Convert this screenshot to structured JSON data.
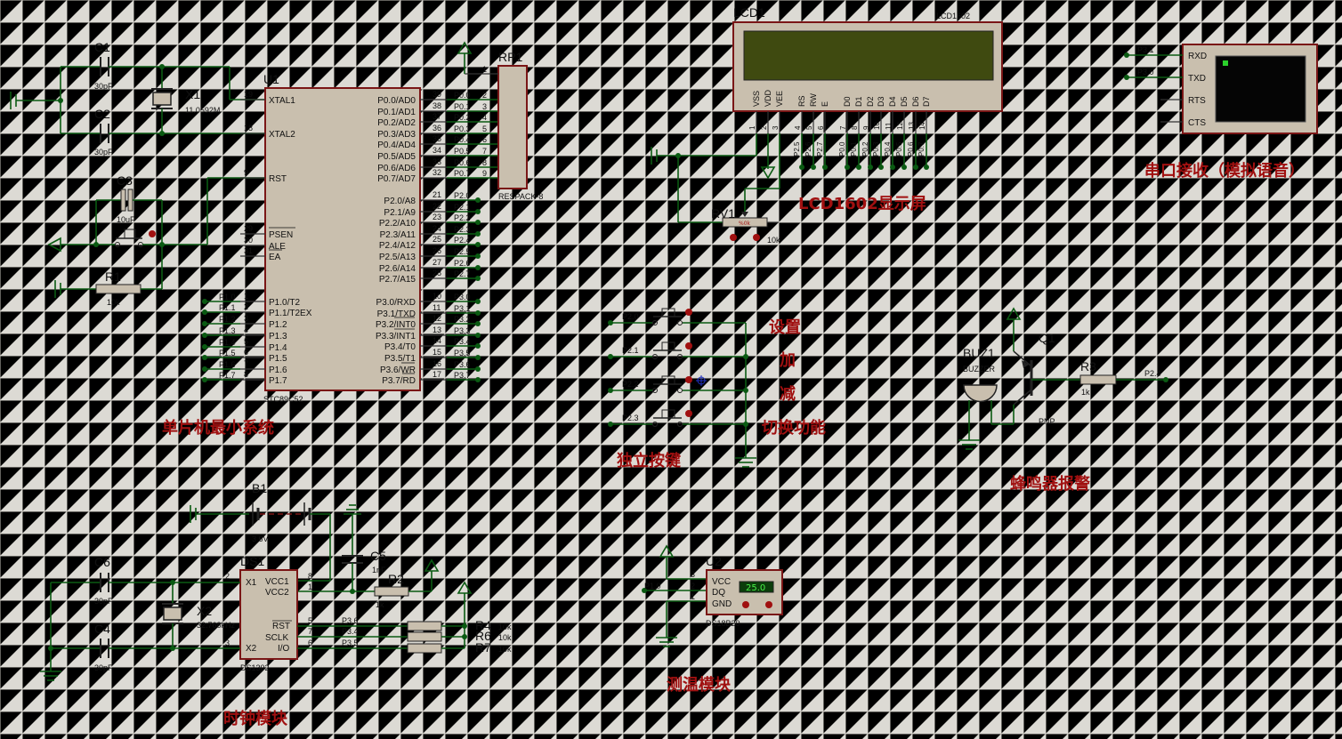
{
  "components": {
    "c1": {
      "ref": "C1",
      "value": "30pF"
    },
    "c2": {
      "ref": "C2",
      "value": "30pF"
    },
    "c3": {
      "ref": "C3",
      "value": "10uF"
    },
    "x1": {
      "ref": "X1",
      "value": "11.0592M"
    },
    "r1": {
      "ref": "R1",
      "value": "10k"
    },
    "u1": {
      "ref": "U1",
      "part": "STC89C52"
    },
    "rp1": {
      "ref": "RP1",
      "part": "RESPACK-8"
    },
    "lcd1": {
      "ref": "LCD1",
      "part": "LCD1602"
    },
    "rv1": {
      "ref": "RV1",
      "value": "10k",
      "knob": "%0k"
    },
    "b1": {
      "ref": "B1",
      "value": "3.6V"
    },
    "c5": {
      "ref": "C5",
      "value": "1nF"
    },
    "r2": {
      "ref": "R2",
      "value": "1k"
    },
    "c6": {
      "ref": "C6",
      "value": "30pF"
    },
    "c4": {
      "ref": "C4",
      "value": "30pF"
    },
    "x2": {
      "ref": "X2",
      "value": "32.768kHz"
    },
    "ds1": {
      "ref": "DS1",
      "part": "DS1302"
    },
    "r4": {
      "ref": "R4",
      "value": "10k"
    },
    "r6": {
      "ref": "R6",
      "value": "10k"
    },
    "r7": {
      "ref": "R7",
      "value": "10k"
    },
    "u2": {
      "ref": "U2",
      "part": "DS18B20",
      "reading": "25.0"
    },
    "buz1": {
      "ref": "BUZ1",
      "part": "BUZZER"
    },
    "q1": {
      "ref": "Q1",
      "part": "PNP"
    },
    "r3": {
      "ref": "R3",
      "value": "1k"
    }
  },
  "u1_left_pins": [
    {
      "num": "19",
      "name": "XTAL1"
    },
    {
      "num": "18",
      "name": "XTAL2"
    },
    {
      "num": "9",
      "name": "RST"
    },
    {
      "num": "29",
      "name": "PSEN"
    },
    {
      "num": "30",
      "name": "ALE"
    },
    {
      "num": "31",
      "name": "EA"
    },
    {
      "num": "1",
      "name": "P1.0/T2",
      "net": "P1.0"
    },
    {
      "num": "2",
      "name": "P1.1/T2EX",
      "net": "P1.1"
    },
    {
      "num": "3",
      "name": "P1.2",
      "net": "P1.2"
    },
    {
      "num": "4",
      "name": "P1.3",
      "net": "P1.3"
    },
    {
      "num": "5",
      "name": "P1.4",
      "net": "P1.4"
    },
    {
      "num": "6",
      "name": "P1.5",
      "net": "P1.5"
    },
    {
      "num": "7",
      "name": "P1.6",
      "net": "P1.6"
    },
    {
      "num": "8",
      "name": "P1.7",
      "net": "P1.7"
    }
  ],
  "u1_right_pins": [
    {
      "num": "39",
      "name": "P0.0/AD0",
      "net": "P0.0",
      "rp": "2"
    },
    {
      "num": "38",
      "name": "P0.1/AD1",
      "net": "P0.1",
      "rp": "3"
    },
    {
      "num": "37",
      "name": "P0.2/AD2",
      "net": "P0.2",
      "rp": "4"
    },
    {
      "num": "36",
      "name": "P0.3/AD3",
      "net": "P0.3",
      "rp": "5"
    },
    {
      "num": "35",
      "name": "P0.4/AD4",
      "net": "P0.4",
      "rp": "6"
    },
    {
      "num": "34",
      "name": "P0.5/AD5",
      "net": "P0.5",
      "rp": "7"
    },
    {
      "num": "33",
      "name": "P0.6/AD6",
      "net": "P0.6",
      "rp": "8"
    },
    {
      "num": "32",
      "name": "P0.7/AD7",
      "net": "P0.7",
      "rp": "9"
    },
    {
      "num": "21",
      "name": "P2.0/A8",
      "net": "P2.0"
    },
    {
      "num": "22",
      "name": "P2.1/A9",
      "net": "P2.1"
    },
    {
      "num": "23",
      "name": "P2.2/A10",
      "net": "P2.2"
    },
    {
      "num": "24",
      "name": "P2.3/A11",
      "net": "P2.3"
    },
    {
      "num": "25",
      "name": "P2.4/A12",
      "net": "P2.4"
    },
    {
      "num": "26",
      "name": "P2.5/A13",
      "net": "P2.5"
    },
    {
      "num": "27",
      "name": "P2.6/A14",
      "net": "P2.6"
    },
    {
      "num": "28",
      "name": "P2.7/A15",
      "net": "P2.7"
    },
    {
      "num": "10",
      "name": "P3.0/RXD",
      "net": "P3.0"
    },
    {
      "num": "11",
      "name": "P3.1/TXD",
      "net": "P3.1"
    },
    {
      "num": "12",
      "name": "P3.2/INT0",
      "net": "P3.2"
    },
    {
      "num": "13",
      "name": "P3.3/INT1",
      "net": "P3.3"
    },
    {
      "num": "14",
      "name": "P3.4/T0",
      "net": "P3.4"
    },
    {
      "num": "15",
      "name": "P3.5/T1",
      "net": "P3.5"
    },
    {
      "num": "16",
      "name": "P3.6/WR",
      "net": "P3.6"
    },
    {
      "num": "17",
      "name": "P3.7/RD",
      "net": "P3.7"
    }
  ],
  "rp1_pin1": "1",
  "lcd_pins": [
    {
      "name": "VSS",
      "num": "1"
    },
    {
      "name": "VDD",
      "num": "2"
    },
    {
      "name": "VEE",
      "num": "3"
    },
    {
      "name": "RS",
      "num": "4",
      "net": "P2.5"
    },
    {
      "name": "RW",
      "num": "5",
      "net": "P2.6"
    },
    {
      "name": "E",
      "num": "6",
      "net": "P2.7"
    },
    {
      "name": "D0",
      "num": "7",
      "net": "P0.0"
    },
    {
      "name": "D1",
      "num": "8",
      "net": "P0.1"
    },
    {
      "name": "D2",
      "num": "9",
      "net": "P0.2"
    },
    {
      "name": "D3",
      "num": "10",
      "net": "P0.3"
    },
    {
      "name": "D4",
      "num": "11",
      "net": "P0.4"
    },
    {
      "name": "D5",
      "num": "12",
      "net": "P0.5"
    },
    {
      "name": "D6",
      "num": "13",
      "net": "P0.6"
    },
    {
      "name": "D7",
      "num": "14",
      "net": "P0.7"
    }
  ],
  "terminal": {
    "pins": [
      "RXD",
      "TXD",
      "RTS",
      "CTS"
    ],
    "rxd_net": "P3.1",
    "txd_net": "P3.0"
  },
  "keys": [
    "P2.0",
    "P2.1",
    "P2.2",
    "P2.3"
  ],
  "ds1302_pins": {
    "x1": "X1",
    "x2": "X2",
    "vcc1": "VCC1",
    "vcc2": "VCC2",
    "rst": "RST",
    "sclk": "SCLK",
    "io": "I/O",
    "n_x1": "2",
    "n_x2": "3",
    "n_vcc1": "8",
    "n_vcc2": "1",
    "n_rst": "5",
    "n_sclk": "7",
    "n_io": "6",
    "net_rst": "P3.6",
    "net_sclk": "P3.4",
    "net_io": "P3.5"
  },
  "ds18b20_pins": {
    "vcc": "VCC",
    "dq": "DQ",
    "gnd": "GND",
    "n_vcc": "3",
    "n_dq": "2",
    "n_gnd": "1",
    "net_dq": "P1.0"
  },
  "buzzer_net": "P2.4",
  "titles": {
    "mcu": "单片机最小系统",
    "lcd": "LCD1602显示屏",
    "serial": "串口接收（模拟语音）",
    "keys": "独立按键",
    "buzzer": "蜂鸣器报警",
    "clock": "时钟模块",
    "temp": "测温模块",
    "key_set": "设置",
    "key_add": "加",
    "key_sub": "减",
    "key_mode": "切换功能"
  },
  "colors": {
    "wire": "#0a5a12",
    "body": "#c9bfae",
    "outline": "#7a1616",
    "title": "#a01010",
    "lcd_screen": "#3f4a10",
    "terminal_screen": "#050505",
    "background": "#dcdad4"
  }
}
